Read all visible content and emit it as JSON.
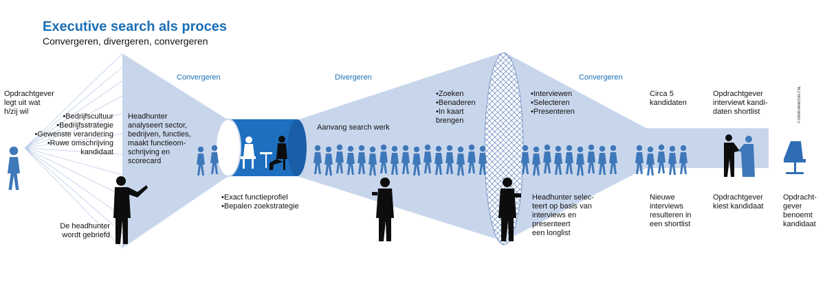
{
  "header": {
    "title": "Executive search als proces",
    "subtitle": "Convergeren, divergeren, convergeren"
  },
  "phases": [
    "Convergeren",
    "Divergeren",
    "Convergeren"
  ],
  "labels": {
    "client_explains": "Opdrachtgever\nlegt uit wat\nh/zij wil",
    "client_topics": "•Bedrijfscultuur\n•Bedrijfsstrategie\n•Gewenste verandering\n•Ruwe omschrijving\nkandidaat",
    "headhunter_briefed": "De headhunter\nwordt gebriefd",
    "headhunter_analyses": "Headhunter\nanalyseert sector,\nbedrijven, functies,\nmaakt functieom-\nschrijving en\nscorecard",
    "profile": "•Exact functieprofiel\n•Bepalen zoekstrategie",
    "search_start": "Aanvang search werk",
    "search_actions": "•Zoeken\n•Benaderen\n•In kaart\nbrengen",
    "interview_actions": "•Interviewen\n•Selecteren\n•Presenteren",
    "longlist": "Headhunter selec-\nteert op basis van\ninterviews en\npresenteert\neen longlist",
    "five_candidates": "Circa 5\nkandidaten",
    "shortlist": "Nieuwe\ninterviews\nresulteren in\neen shortlist",
    "client_interviews": "Opdrachtgever\ninterviewt kandi-\ndaten shortlist",
    "client_chooses": "Opdrachtgever\nkiest kandidaat",
    "client_appoints": "Opdracht-\ngever\nbenoemt\nkandidaat"
  },
  "copyright": "© RENEVANASSELT.NL",
  "colors": {
    "accent": "#1a6fb5",
    "funnel": "#c8d6ec",
    "tube": "#1e6fc0",
    "crowd": "#3f78b9",
    "silhouette": "#0d0d0d"
  },
  "icons": [
    "client-figure-icon",
    "headhunter-figure-icon",
    "crowd-icon",
    "desk-meeting-icon",
    "net-filter-icon",
    "handshake-icon",
    "empty-chair-icon"
  ]
}
